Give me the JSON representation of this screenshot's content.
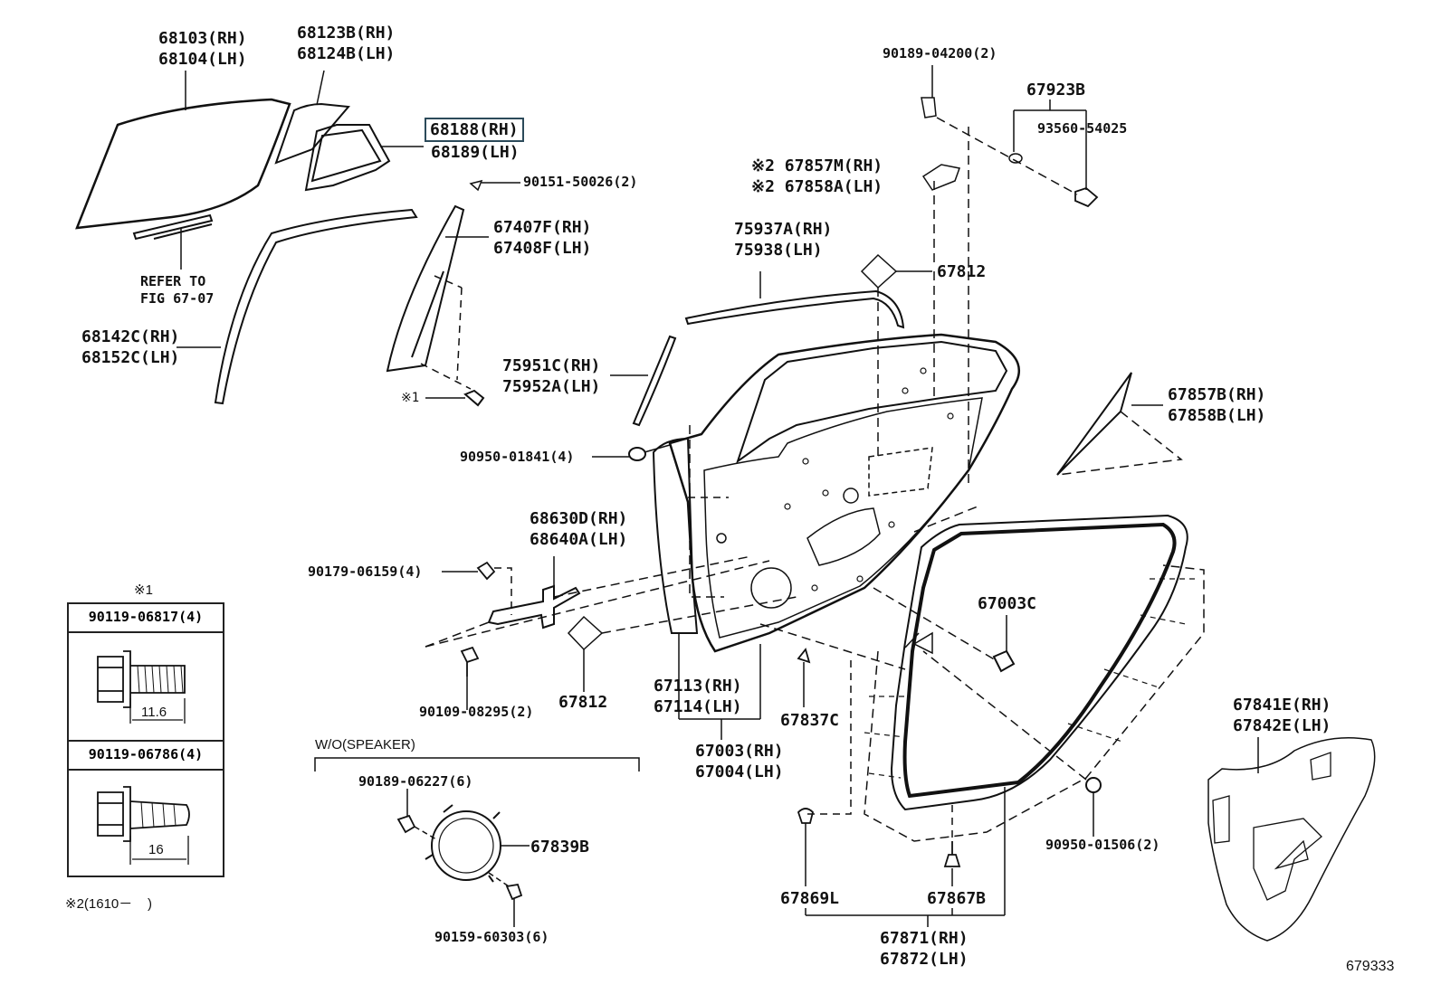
{
  "labels": {
    "glass_68103": [
      "68103(RH)",
      "68104(LH)"
    ],
    "quarter_68123": [
      "68123B(RH)",
      "68124B(LH)"
    ],
    "frame_68188": [
      "68188(RH)",
      "68189(LH)"
    ],
    "screw_90151": "90151-50026(2)",
    "refer": [
      "REFER TO",
      "FIG 67-07"
    ],
    "run_68142": [
      "68142C(RH)",
      "68152C(LH)"
    ],
    "sash_67407": [
      "67407F(RH)",
      "67408F(LH)"
    ],
    "bolt_x1": "※1",
    "clip_90189_top": "90189-04200(2)",
    "bracket_67923": "67923B",
    "washer_93560": "93560-54025",
    "cover_67857m": [
      "※2 67857M(RH)",
      "※2 67858A(LH)"
    ],
    "molding_75937": [
      "75937A(RH)",
      "75938(LH)"
    ],
    "pad_67812_top": "67812",
    "tape_75951": [
      "75951C(RH)",
      "75952A(LH)"
    ],
    "film_67857b": [
      "67857B(RH)",
      "67858B(LH)"
    ],
    "plug_90950_01841": "90950-01841(4)",
    "check_68630": [
      "68630D(RH)",
      "68640A(LH)"
    ],
    "bolt_90179": "90179-06159(4)",
    "clip_67003c": "67003C",
    "bolt_90109": "90109-08295(2)",
    "pad_67812_bottom": "67812",
    "panel_67113": [
      "67113(RH)",
      "67114(LH)"
    ],
    "clip_67837c": "67837C",
    "door_67003": [
      "67003(RH)",
      "67004(LH)"
    ],
    "service_67841": [
      "67841E(RH)",
      "67842E(LH)"
    ],
    "wo_speaker": "W/O(SPEAKER)",
    "clip_90189_06227": "90189-06227(6)",
    "ring_67839b": "67839B",
    "screw_90159": "90159-60303(6)",
    "clip_67869l": "67869L",
    "clip_67867b": "67867B",
    "weather_67871": [
      "67871(RH)",
      "67872(LH)"
    ],
    "plug_90950_01506": "90950-01506(2)",
    "note_x2": "※2(1610－    )",
    "fig_id": "679333"
  },
  "detail_box": {
    "header": "※1",
    "bolt1": "90119-06817(4)",
    "dim1": "11.6",
    "bolt2": "90119-06786(4)",
    "dim2": "16"
  }
}
